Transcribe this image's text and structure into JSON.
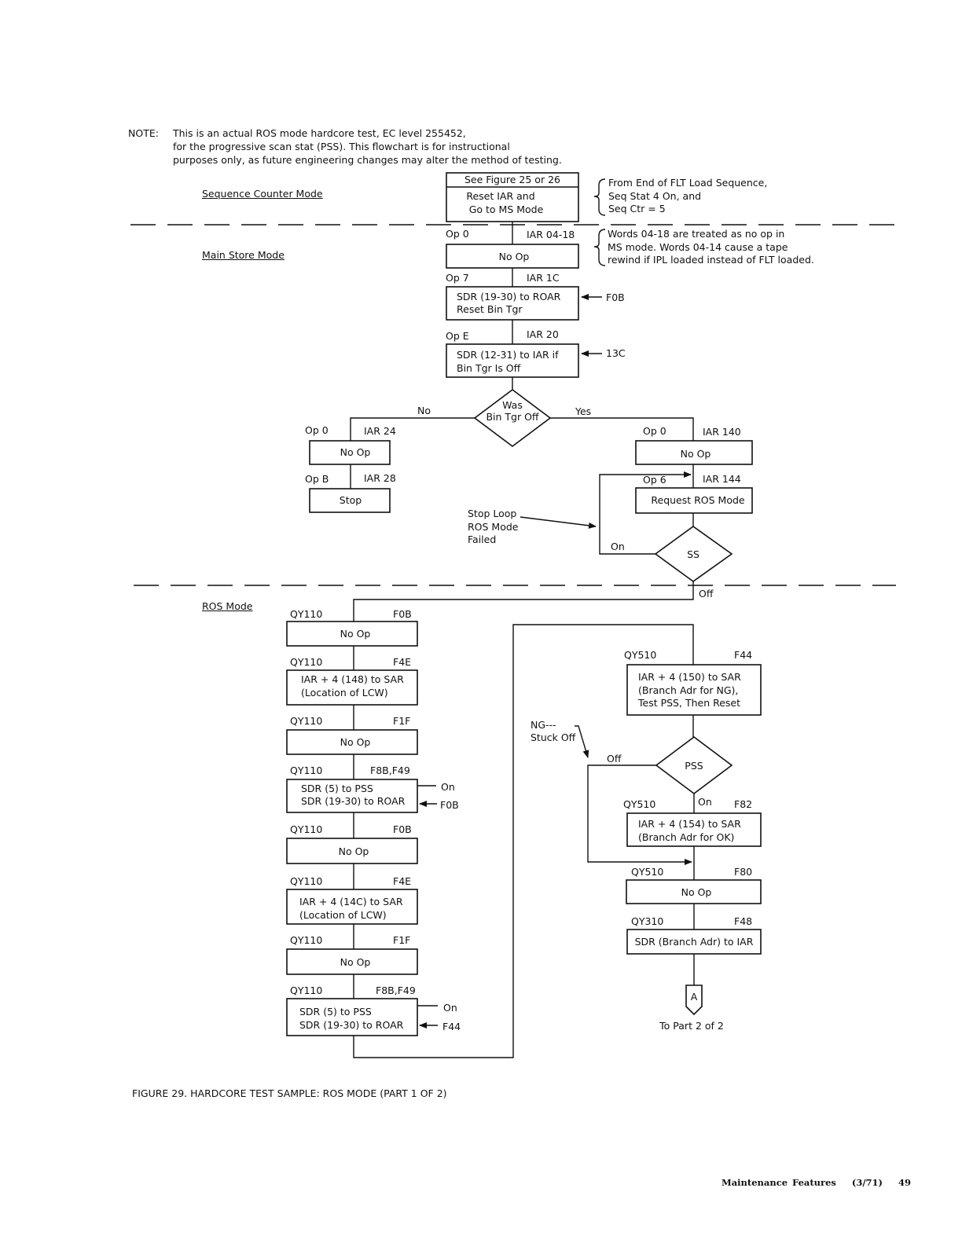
{
  "note": {
    "label": "NOTE:",
    "lines": [
      "This is an actual ROS mode hardcore test, EC level 255452,",
      "for the progressive scan stat (PSS). This flowchart is for instructional",
      "purposes only, as future engineering changes may alter the method of testing."
    ]
  },
  "sections": {
    "seq": "Sequence Counter Mode",
    "main": "Main Store Mode",
    "ros": "ROS Mode"
  },
  "top": {
    "fig_ref": "See Figure 25 or 26",
    "reset_1": "Reset IAR and",
    "reset_2": "Go to MS Mode",
    "brace1": [
      "From End of FLT Load Sequence,",
      "Seq Stat 4 On, and",
      "Seq Ctr = 5"
    ],
    "op0": "Op 0",
    "iar0": "IAR 04-18",
    "noop": "No Op",
    "brace2": [
      "Words 04-18 are treated as no op in",
      "MS mode. Words 04-14 cause a tape",
      "rewind if IPL loaded instead of FLT loaded."
    ],
    "op7": "Op 7",
    "iar1c": "IAR 1C",
    "sdr1_1": "SDR (19-30) to ROAR",
    "sdr1_2": "Reset Bin Tgr",
    "f0b": "F0B",
    "ope": "Op E",
    "iar20": "IAR 20",
    "sdr2_1": "SDR (12-31) to IAR if",
    "sdr2_2": "Bin Tgr Is Off",
    "c13c": "13C",
    "was_1": "Was",
    "was_2": "Bin Tgr Off",
    "no": "No",
    "yes": "Yes"
  },
  "left_branch": {
    "op0": "Op 0",
    "iar24": "IAR 24",
    "noop": "No Op",
    "opb": "Op B",
    "iar28": "IAR 28",
    "stop": "Stop",
    "stoploop": [
      "Stop Loop",
      "ROS Mode",
      "Failed"
    ]
  },
  "right_branch": {
    "op0": "Op 0",
    "iar140": "IAR 140",
    "noop": "No Op",
    "op6": "Op 6",
    "iar144": "IAR 144",
    "request": "Request ROS Mode",
    "on": "On",
    "ss": "SS",
    "off": "Off"
  },
  "ros_left": {
    "b1": {
      "qy": "QY110",
      "f": "F0B",
      "l1": "No Op"
    },
    "b2": {
      "qy": "QY110",
      "f": "F4E",
      "l1": "IAR + 4 (148) to SAR",
      "l2": "(Location of LCW)"
    },
    "b3": {
      "qy": "QY110",
      "f": "F1F",
      "l1": "No Op"
    },
    "b4": {
      "qy": "QY110",
      "f": "F8B,F49",
      "l1": "SDR (5) to PSS",
      "l2": "SDR (19-30) to ROAR",
      "on": "On",
      "out": "F0B"
    },
    "b5": {
      "qy": "QY110",
      "f": "F0B",
      "l1": "No Op"
    },
    "b6": {
      "qy": "QY110",
      "f": "F4E",
      "l1": "IAR + 4 (14C) to SAR",
      "l2": "(Location of LCW)"
    },
    "b7": {
      "qy": "QY110",
      "f": "F1F",
      "l1": "No Op"
    },
    "b8": {
      "qy": "QY110",
      "f": "F8B,F49",
      "l1": "SDR (5) to PSS",
      "l2": "SDR (19-30) to ROAR",
      "on": "On",
      "out": "F44"
    }
  },
  "ros_right": {
    "b1": {
      "qy": "QY510",
      "f": "F44",
      "l1": "IAR + 4 (150) to SAR",
      "l2": "(Branch Adr for NG),",
      "l3": "Test PSS, Then Reset"
    },
    "ng": [
      "NG---",
      "Stuck Off"
    ],
    "off": "Off",
    "pss": "PSS",
    "on": "On",
    "b2": {
      "qy": "QY510",
      "f": "F82",
      "l1": "IAR + 4 (154) to SAR",
      "l2": "(Branch Adr for OK)"
    },
    "b3": {
      "qy": "QY510",
      "f": "F80",
      "l1": "No Op"
    },
    "b4": {
      "qy": "QY310",
      "f": "F48",
      "l1": "SDR (Branch Adr) to IAR"
    },
    "connector": "A",
    "to_part": "To Part 2 of 2"
  },
  "caption": "FIGURE 29. HARDCORE TEST SAMPLE: ROS MODE (PART 1 OF 2)",
  "footer": {
    "title": "Maintenance Features",
    "date": "(3/71)",
    "page": "49"
  }
}
